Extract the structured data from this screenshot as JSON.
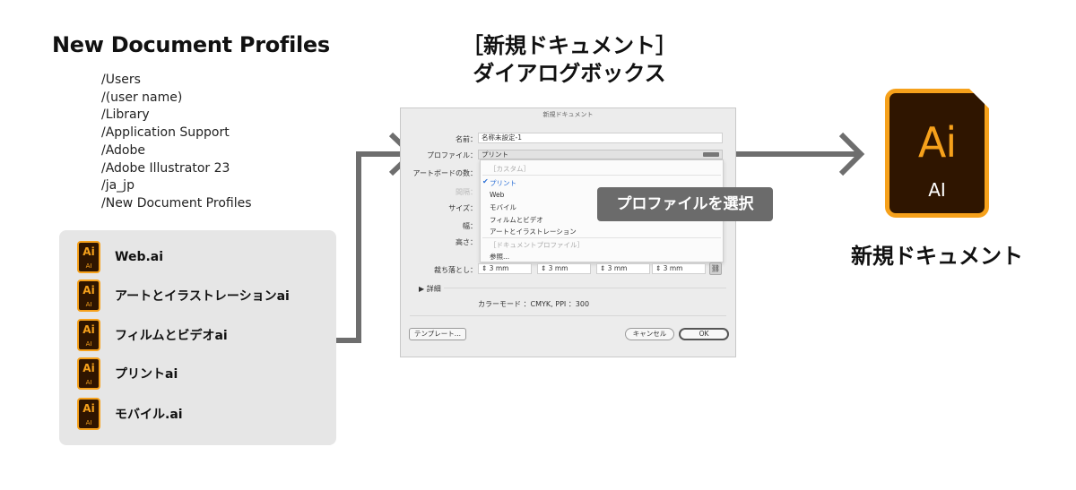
{
  "profiles_title": "New Document Profiles",
  "path_lines": [
    "/Users",
    "/(user name)",
    "/Library",
    "/Application Support",
    "/Adobe",
    "/Adobe Illustrator 23",
    "/ja_jp",
    "/New Document Profiles"
  ],
  "files": [
    {
      "icon_big": "Ai",
      "icon_small": "AI",
      "label": "Web.ai"
    },
    {
      "icon_big": "Ai",
      "icon_small": "AI",
      "label": "アートとイラストレーションai"
    },
    {
      "icon_big": "Ai",
      "icon_small": "AI",
      "label": "フィルムとビデオai"
    },
    {
      "icon_big": "Ai",
      "icon_small": "AI",
      "label": "プリントai"
    },
    {
      "icon_big": "Ai",
      "icon_small": "AI",
      "label": "モバイル.ai"
    }
  ],
  "dialog_heading": {
    "line1": "［新規ドキュメント］",
    "line2": "ダイアログボックス"
  },
  "dialog": {
    "window_title": "新規ドキュメント",
    "name_label": "名前：",
    "name_value": "名称未設定-1",
    "profile_label": "プロファイル：",
    "profile_value": "プリント",
    "artboards_label": "アートボードの数：",
    "spacing_label": "間隔：",
    "size_label": "サイズ：",
    "width_label": "幅：",
    "height_label": "高さ：",
    "dropdown": {
      "custom": "［カスタム］",
      "items": [
        "プリント",
        "Web",
        "モバイル",
        "フィルムとビデオ",
        "アートとイラストレーション"
      ],
      "doc_profile": "［ドキュメントプロファイル］",
      "browse": "参照..."
    },
    "bleed_label": "裁ち落とし：",
    "bleed_values": [
      "3 mm",
      "3 mm",
      "3 mm",
      "3 mm"
    ],
    "bleed_link_icon": "chain-link-icon",
    "advanced_label": "詳細",
    "color_mode": "カラーモード ：CMYK, PPI ：300",
    "template_button": "テンプレート...",
    "cancel_button": "キャンセル",
    "ok_button": "OK"
  },
  "select_badge": "プロファイルを選択",
  "app_icon": {
    "big": "Ai",
    "small": "AI"
  },
  "new_doc_label": "新規ドキュメント",
  "colors": {
    "arrow": "#6e6e6e",
    "ai_orange": "#f6a11b",
    "ai_dark": "#2f1500",
    "panel": "#e6e6e6"
  }
}
